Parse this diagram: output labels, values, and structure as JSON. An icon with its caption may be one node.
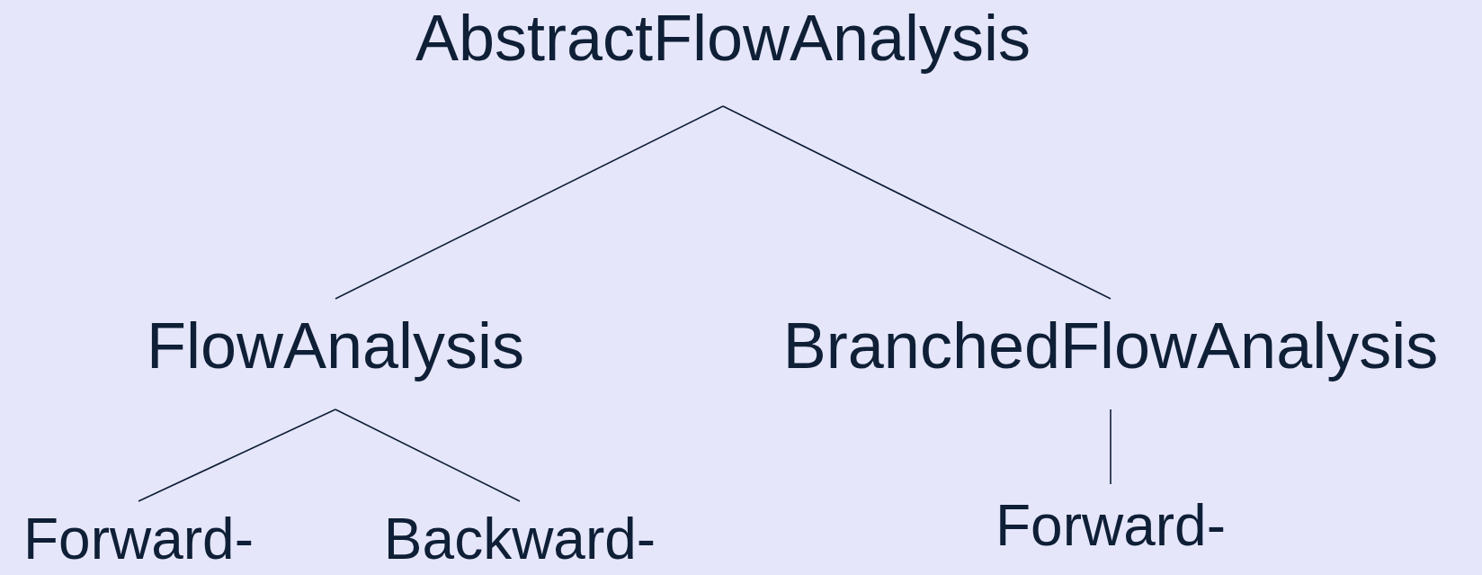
{
  "diagram": {
    "nodes": [
      {
        "text": [
          "AbstractFlowAnalysis"
        ]
      },
      {
        "text": [
          "FlowAnalysis"
        ]
      },
      {
        "text": [
          "BranchedFlowAnalysis"
        ]
      },
      {
        "text": [
          "Forward-"
        ]
      },
      {
        "text": [
          "Backward-"
        ]
      },
      {
        "text": [
          "Forward-"
        ]
      }
    ],
    "edges": [
      {
        "from": 0,
        "to": 1,
        "arrow": "none"
      },
      {
        "from": 0,
        "to": 2,
        "arrow": "none"
      },
      {
        "from": 1,
        "to": 3,
        "arrow": "none"
      },
      {
        "from": 1,
        "to": 4,
        "arrow": "none"
      },
      {
        "from": 2,
        "to": 5,
        "arrow": "none"
      }
    ]
  }
}
